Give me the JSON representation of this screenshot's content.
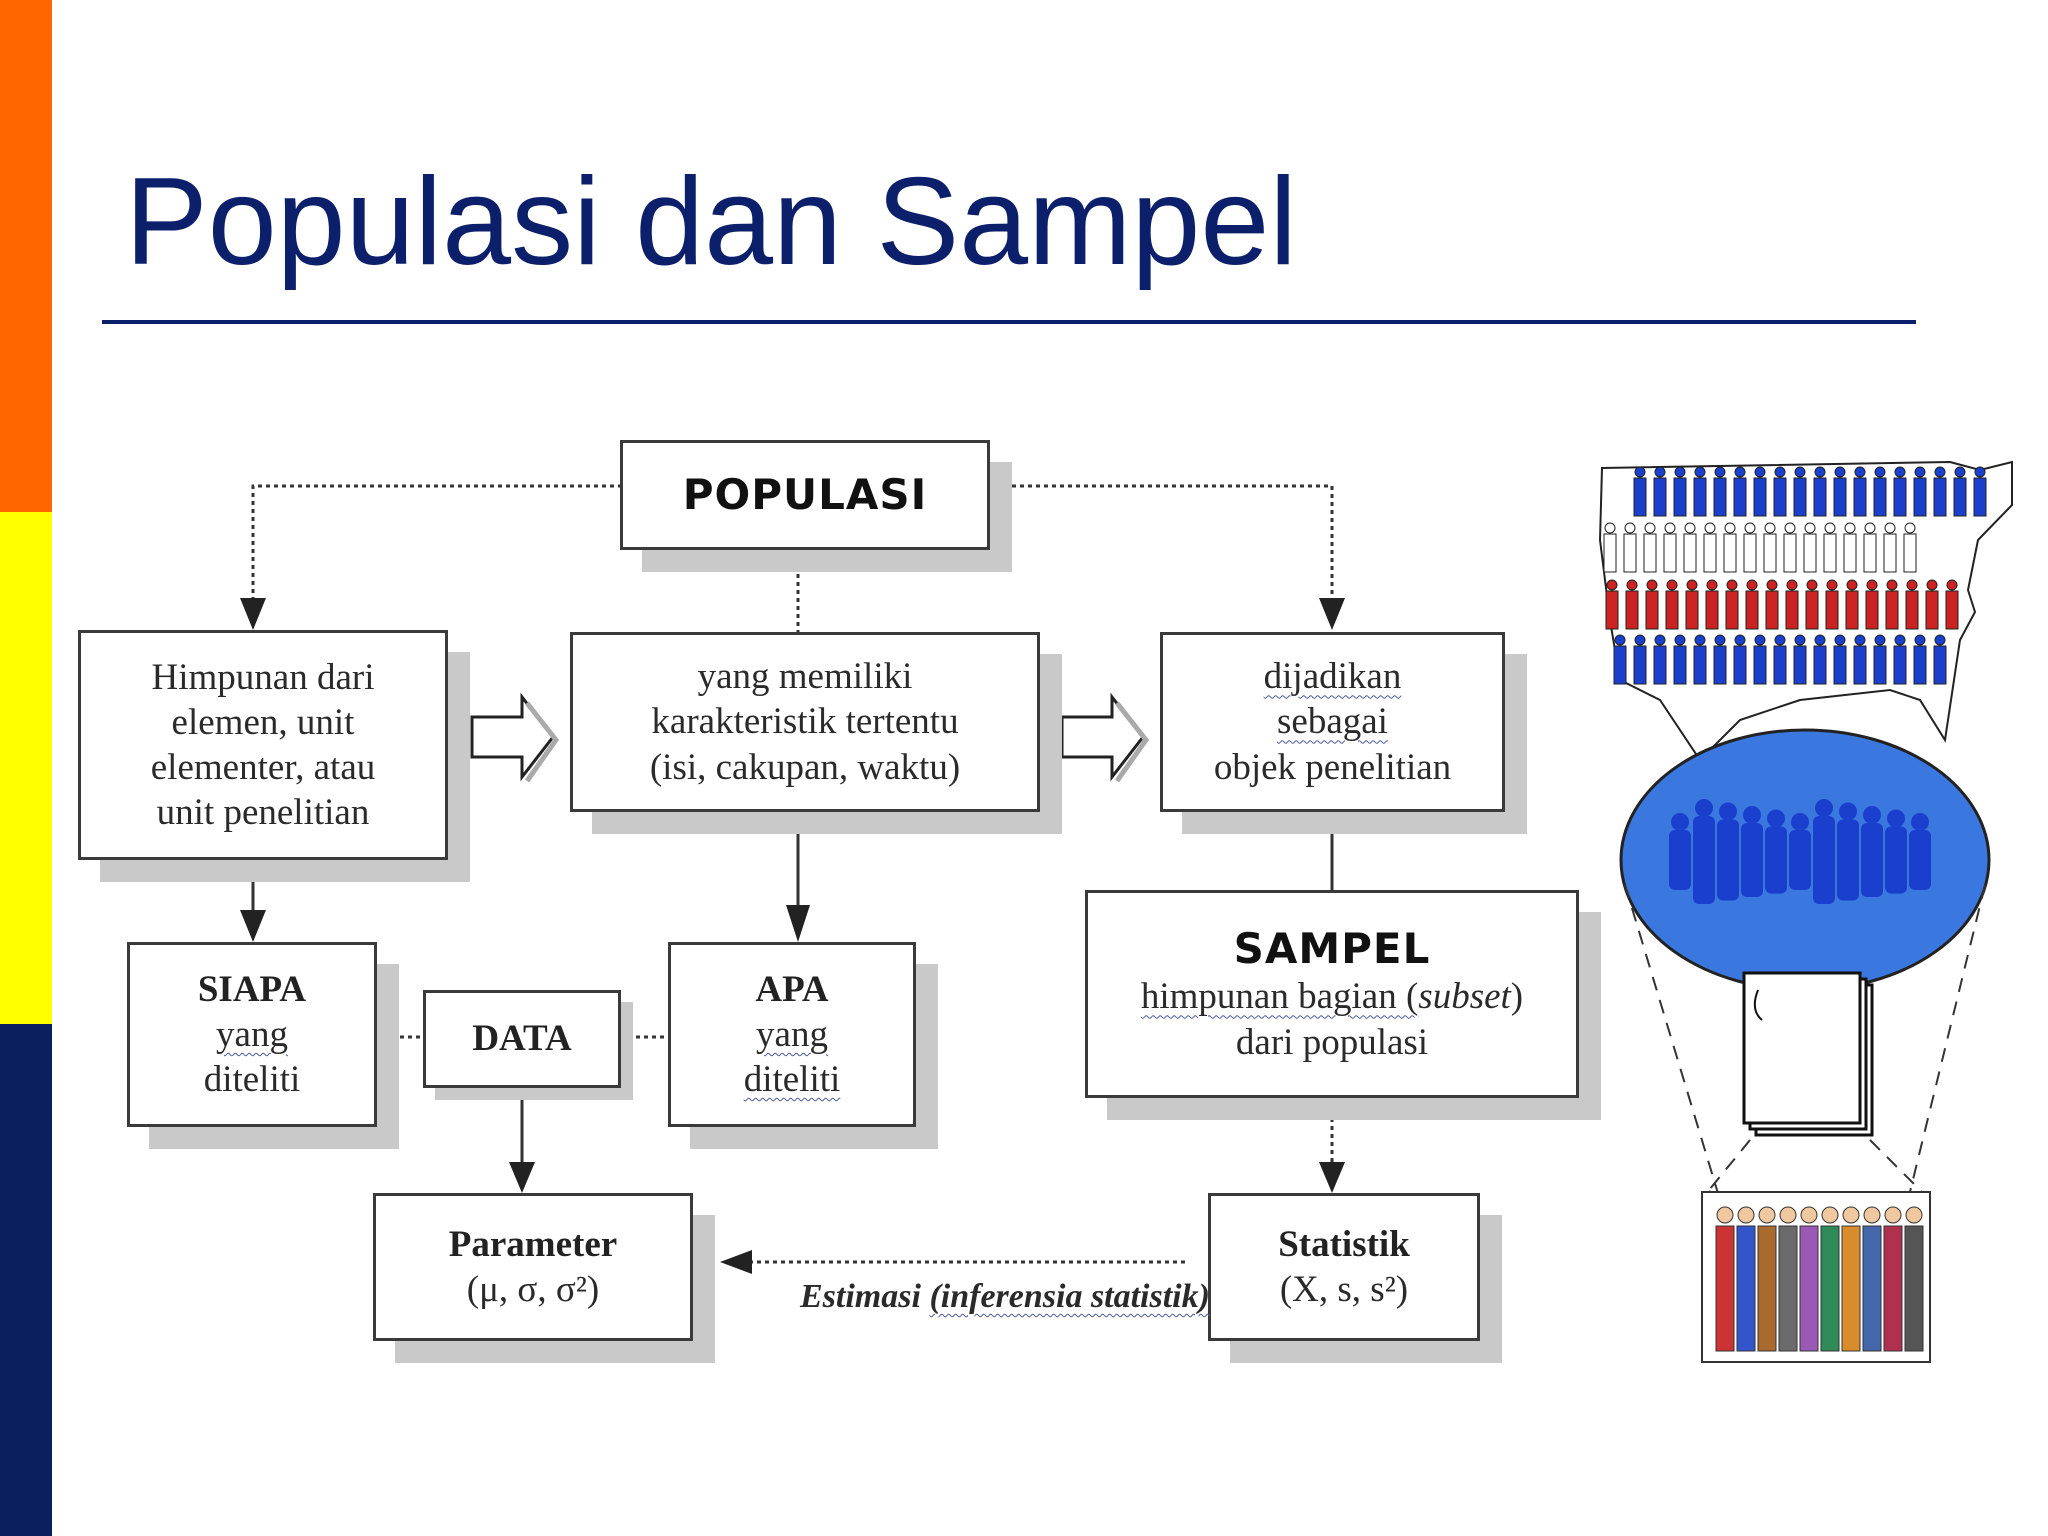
{
  "slide": {
    "title": "Populasi dan Sampel",
    "colors": {
      "title": "#0c1f6b",
      "band_top": "#ff6600",
      "band_middle": "#ffff00",
      "band_bottom": "#0b1f5e"
    }
  },
  "diagram": {
    "populasi": {
      "heading": "POPULASI"
    },
    "himpunan": {
      "lines": [
        "Himpunan dari",
        "elemen, unit",
        "elementer, atau",
        "unit penelitian"
      ]
    },
    "karakteristik": {
      "lines": [
        "yang memiliki",
        "karakteristik tertentu",
        "(isi, cakupan, waktu)"
      ]
    },
    "objek": {
      "lines": [
        "dijadikan",
        "sebagai",
        "objek penelitian"
      ]
    },
    "siapa": {
      "heading": "SIAPA",
      "lines": [
        "yang",
        "diteliti"
      ]
    },
    "data": {
      "heading": "DATA"
    },
    "apa": {
      "heading": "APA",
      "lines": [
        "yang",
        "diteliti"
      ]
    },
    "sampel": {
      "heading": "SAMPEL",
      "line1_pre": "himpunan bagian (",
      "line1_italic": "subset",
      "line1_post": ")",
      "line2": "dari populasi"
    },
    "parameter": {
      "heading": "Parameter",
      "formula": "(μ, σ, σ²)"
    },
    "statistik": {
      "heading": "Statistik",
      "formula": "(X, s, s²)"
    },
    "estimasi": {
      "line1": "Estimasi",
      "line2": "(inferensia statistik)"
    }
  },
  "illustration": {
    "icons": [
      "usa-map-people-icon",
      "crowd-ellipse-icon",
      "paper-stack-icon",
      "people-group-icon"
    ],
    "colors": {
      "red": "#cc2222",
      "blue": "#1a3fcc",
      "ellipse_fill": "#3a78e0"
    }
  }
}
